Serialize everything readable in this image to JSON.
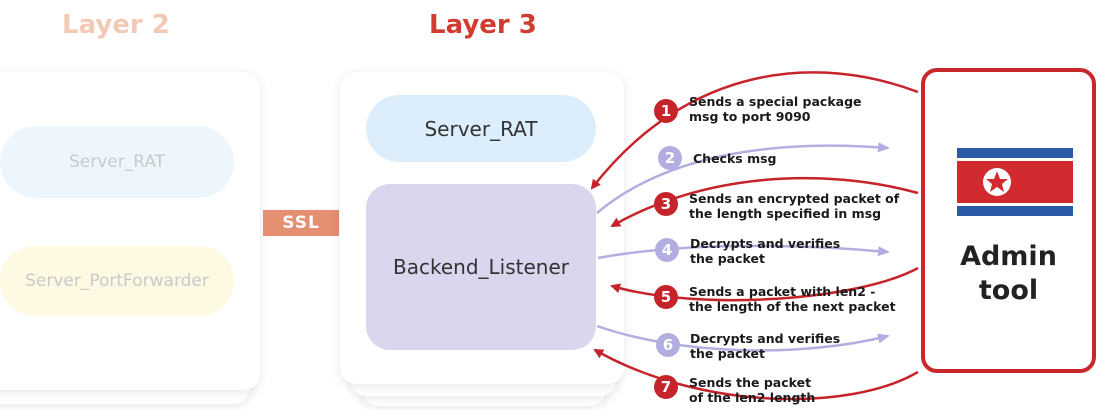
{
  "layers": {
    "layer2_title": "Layer 2",
    "layer3_title": "Layer 3"
  },
  "layer2": {
    "server_rat": "Server_RAT",
    "server_portforwarder": "Server_PortForwarder"
  },
  "ssl_label": "SSL",
  "layer3": {
    "server_rat": "Server_RAT",
    "backend_listener": "Backend_Listener"
  },
  "admin_tool": {
    "label_line1": "Admin",
    "label_line2": "tool"
  },
  "steps": [
    {
      "num": "1",
      "line1": "Sends a special package",
      "line2": "msg to port 9090"
    },
    {
      "num": "2",
      "line1": "Checks msg",
      "line2": ""
    },
    {
      "num": "3",
      "line1": "Sends an encrypted packet of",
      "line2": "the length specified in msg"
    },
    {
      "num": "4",
      "line1": "Decrypts and verifies",
      "line2": "the packet"
    },
    {
      "num": "5",
      "line1": "Sends a packet with len2 -",
      "line2": "the length of the next packet"
    },
    {
      "num": "6",
      "line1": "Decrypts and verifies",
      "line2": "the packet"
    },
    {
      "num": "7",
      "line1": "Sends the packet",
      "line2": "of the len2 length"
    }
  ],
  "colors": {
    "red": "#c6242b",
    "purple": "#b3aee0",
    "layer3_title": "#d23b2f",
    "layer2_title": "#f2c9b7"
  }
}
